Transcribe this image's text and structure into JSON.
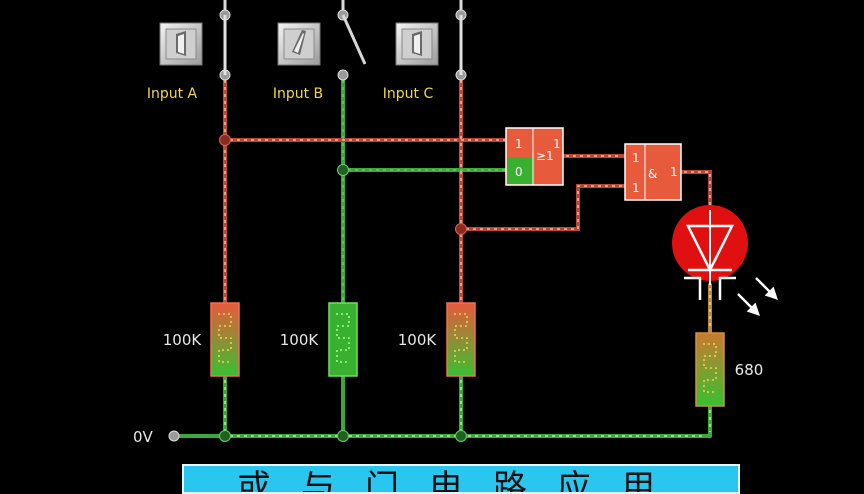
{
  "inputs": [
    {
      "label": "Input A",
      "state": "open"
    },
    {
      "label": "Input B",
      "state": "closed"
    },
    {
      "label": "Input C",
      "state": "open"
    }
  ],
  "resistors": [
    {
      "value": "100K"
    },
    {
      "value": "100K"
    },
    {
      "value": "100K"
    },
    {
      "value": "680"
    }
  ],
  "ground_label": "0V",
  "gates": [
    {
      "symbol": "≥1",
      "in_top": "1",
      "in_bottom": "0",
      "output": "1"
    },
    {
      "symbol": "&",
      "in_top": "1",
      "in_bottom": "1",
      "output": "1"
    }
  ],
  "led": {
    "state": "on",
    "color": "#e01010"
  },
  "banner": {
    "text": "或与门电路应用"
  },
  "colors": {
    "high": "#e85a3c",
    "low": "#38c030",
    "background": "#000000",
    "banner": "#29c6f0"
  }
}
